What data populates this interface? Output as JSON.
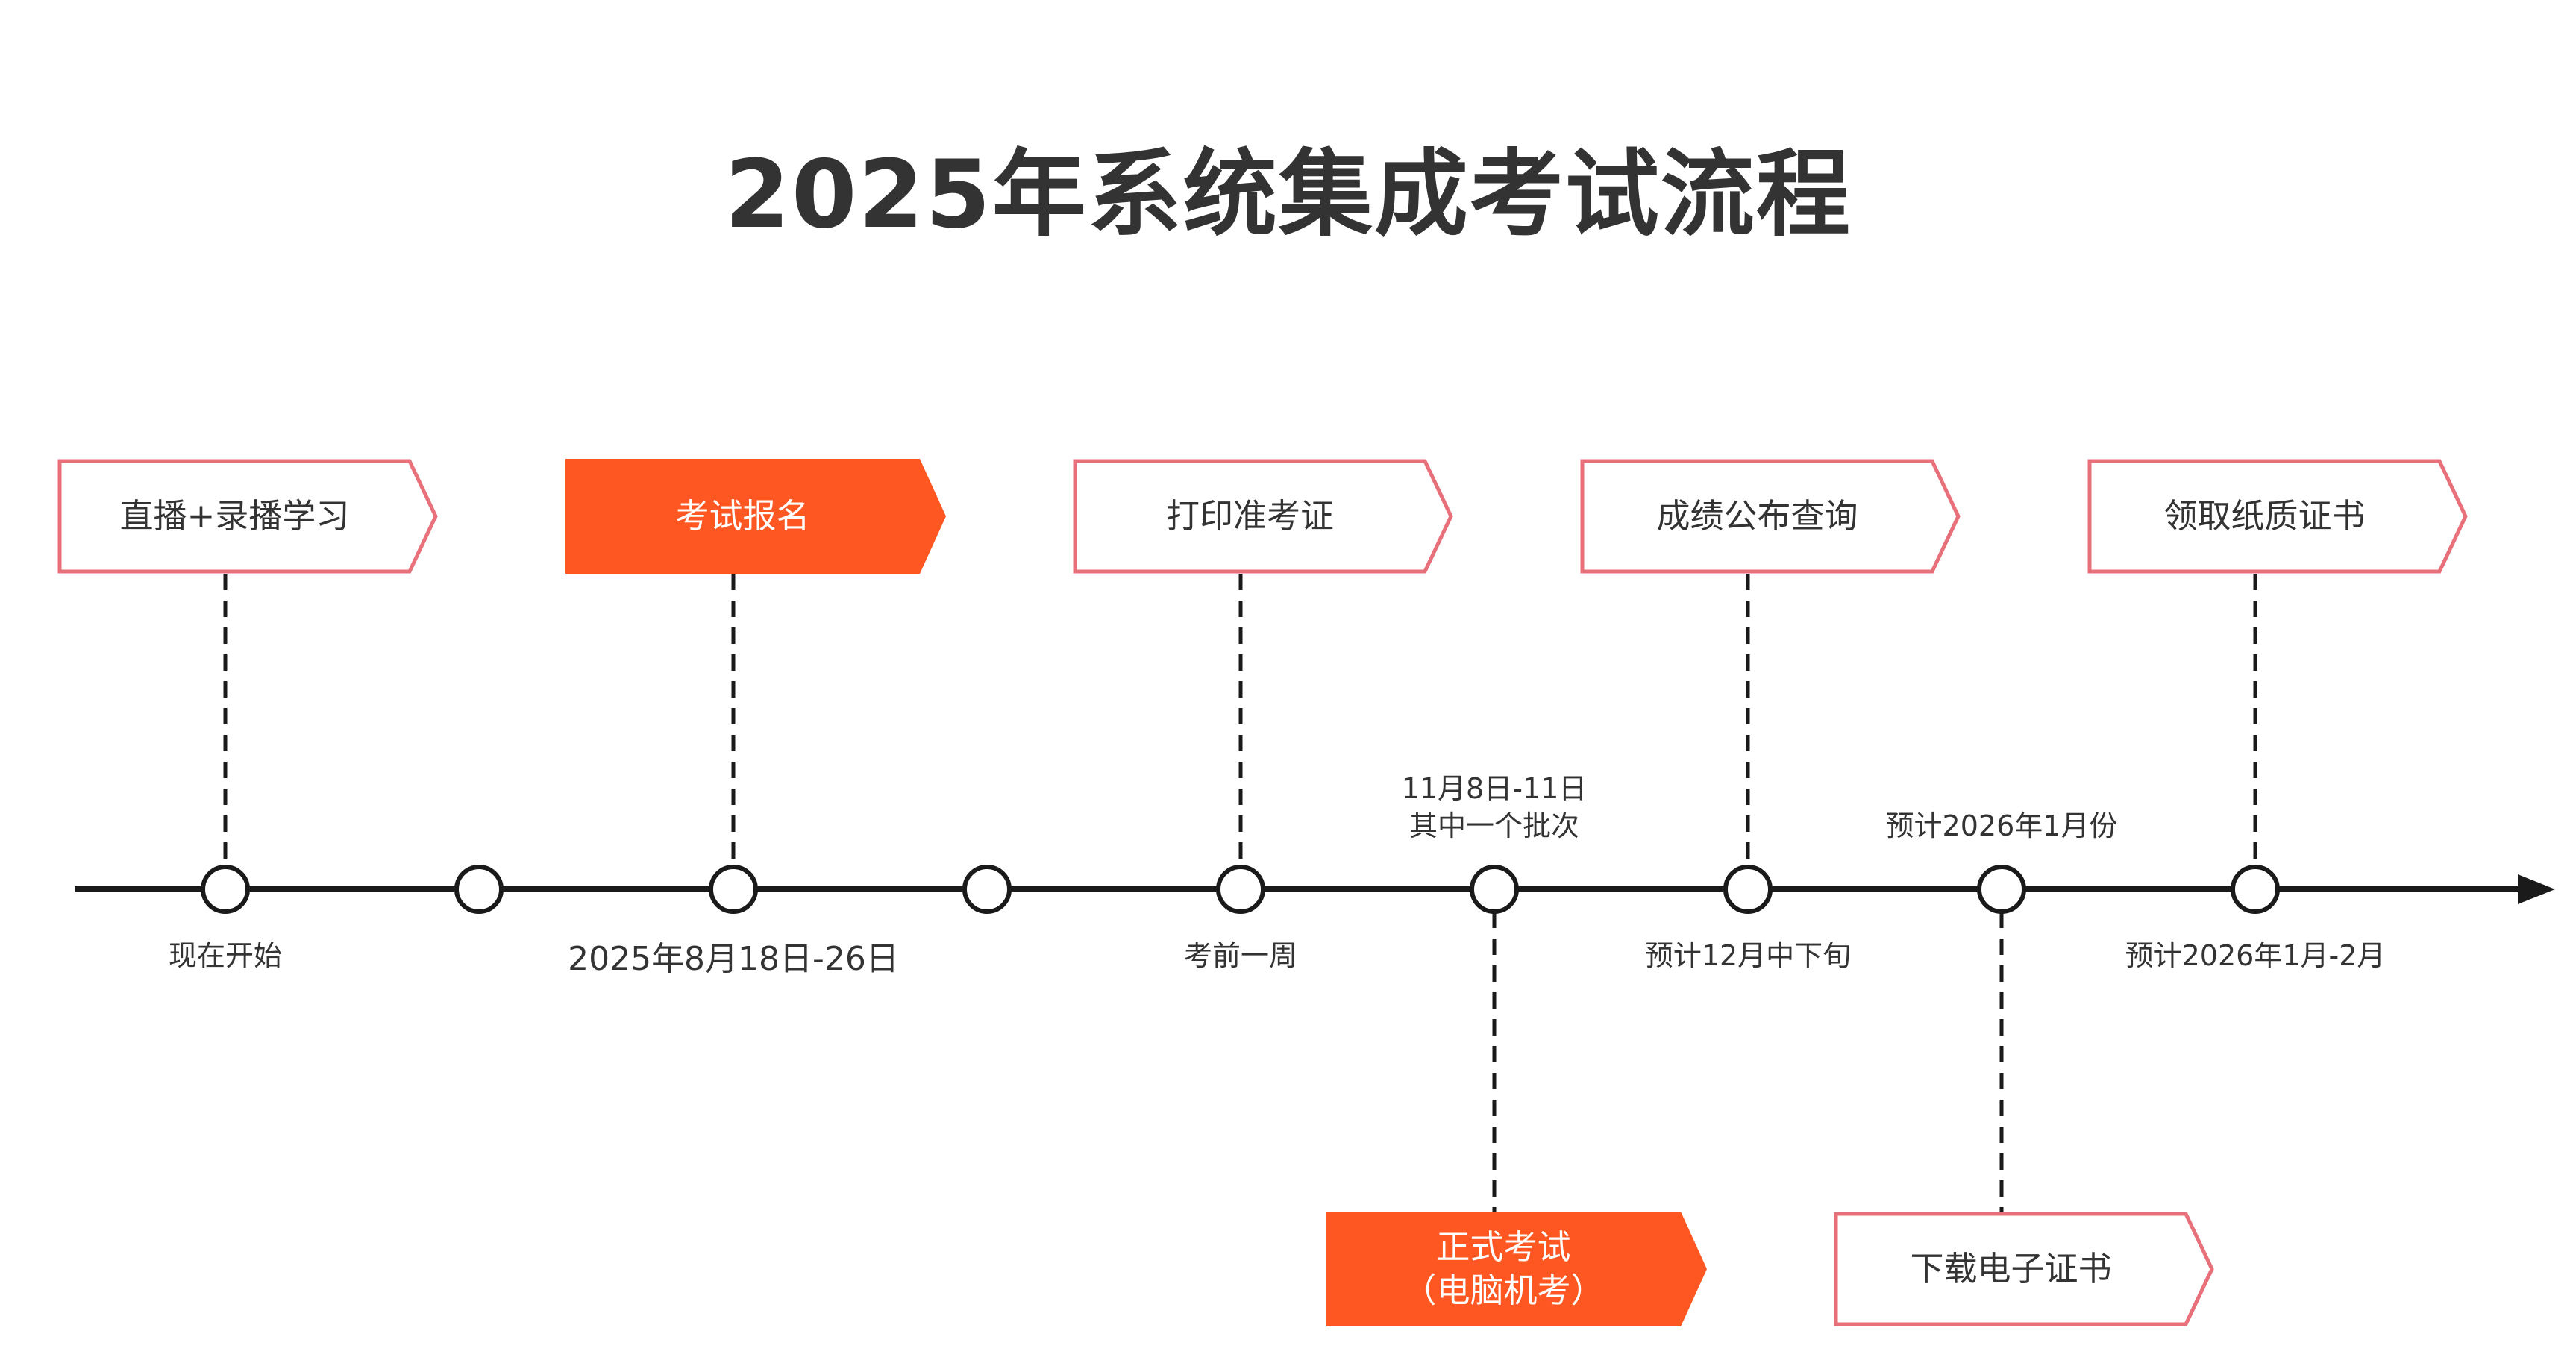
{
  "title": "2025年系统集成考试流程",
  "colors": {
    "axis": "#1a1a1a",
    "outline": "#e8707a",
    "filled": "#ff5722",
    "text": "#333333"
  },
  "steps": [
    {
      "label": "直播+录播学习",
      "style": "outline",
      "date": "现在开始"
    },
    {
      "label": "考试报名",
      "style": "filled",
      "date": "2025年8月18日-26日"
    },
    {
      "label": "打印准考证",
      "style": "outline",
      "date": "考前一周"
    },
    {
      "label": "正式考试\n（电脑机考）",
      "style": "filled",
      "date": "11月8日-11日\n其中一个批次"
    },
    {
      "label": "成绩公布查询",
      "style": "outline",
      "date": "预计12月中下旬"
    },
    {
      "label": "下载电子证书",
      "style": "outline",
      "date": "预计2026年1月份"
    },
    {
      "label": "领取纸质证书",
      "style": "outline",
      "date": "预计2026年1月-2月"
    }
  ]
}
